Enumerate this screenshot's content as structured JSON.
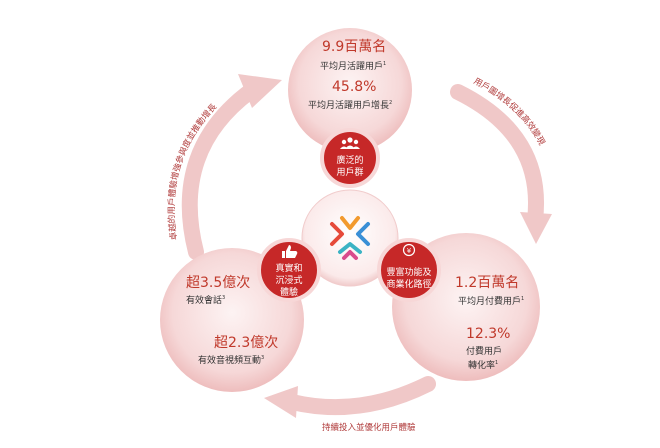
{
  "colors": {
    "accent": "#c0392b",
    "circle_fill": "#f7dcdc",
    "arrow": "#efc4c4",
    "inner_red": "#c62828",
    "text_dark": "#333333"
  },
  "top_circle": {
    "stat1_value": "9.9百萬名",
    "stat1_label": "平均月活躍用戶",
    "stat1_note": "1",
    "stat2_value": "45.8%",
    "stat2_label": "平均月活躍用戶增長",
    "stat2_note": "2"
  },
  "left_circle": {
    "stat1_value": "超3.5億次",
    "stat1_label": "有效會話",
    "stat1_note": "3",
    "stat2_value": "超2.3億次",
    "stat2_label": "有效音視頻互動",
    "stat2_note": "3"
  },
  "right_circle": {
    "stat1_value": "1.2百萬名",
    "stat1_label": "平均月付費用戶",
    "stat1_note": "1",
    "stat2_value": "12.3%",
    "stat2_label_line1": "付費用戶",
    "stat2_label_line2": "轉化率",
    "stat2_note": "1"
  },
  "inner_nodes": {
    "top": {
      "icon": "users-icon",
      "line1": "廣泛的",
      "line2": "用戶群"
    },
    "left": {
      "icon": "thumbs-up-icon",
      "line1": "真實和",
      "line2": "沉浸式",
      "line3": "體驗"
    },
    "right": {
      "icon": "money-icon",
      "line1": "豐富功能及",
      "line2": "商業化路徑"
    }
  },
  "arrows": {
    "left_arc_label": "卓越的用戶體驗增強參與度並推動增長",
    "right_arc_label": "用戶圖增長促進高效變現",
    "bottom_arc_label": "持續投入並優化用戶體驗"
  }
}
